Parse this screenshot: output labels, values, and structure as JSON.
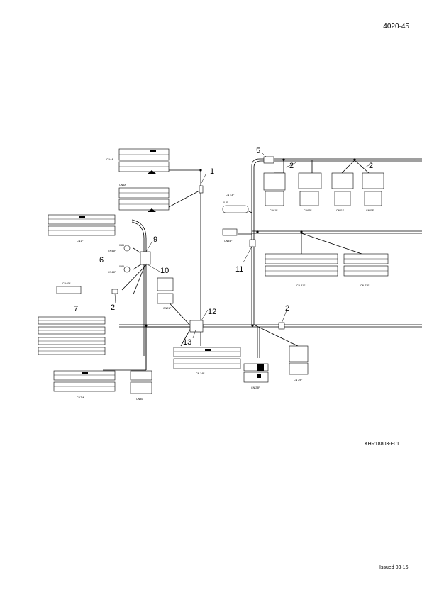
{
  "header": {
    "page_number": "4020-45"
  },
  "footer": {
    "doc_code": "KHR18803-E01",
    "issued": "Issued 03-16"
  },
  "callouts": [
    "1",
    "2",
    "2",
    "2",
    "5",
    "6",
    "7",
    "9",
    "10",
    "11",
    "12",
    "13"
  ],
  "connector_labels": {
    "cn4a": "CN4A",
    "cn5a": "CN5A",
    "cn1f": "CN1F",
    "cn46f": "CN46F",
    "cn45f": "CN45F",
    "cn40f": "CN40F",
    "cn7m": "CN7M",
    "cn8m": "CN8M",
    "cn21f": "CN21F",
    "cn24f": "CN 24F",
    "cn43f": "CN 43F",
    "cn34f": "CN34F",
    "cn61f": "CN61F",
    "cn62f": "CN62F",
    "cn11f": "CN11F",
    "cn31f": "CN11F",
    "cn41f": "CN 41F",
    "cn22f": "CN 22F",
    "cn23f": "CN 23F",
    "cn29f": "CN 29F"
  },
  "wire_labels": {
    "w_a": "0.85",
    "w_b": "0.85",
    "w_c": "0.85"
  }
}
